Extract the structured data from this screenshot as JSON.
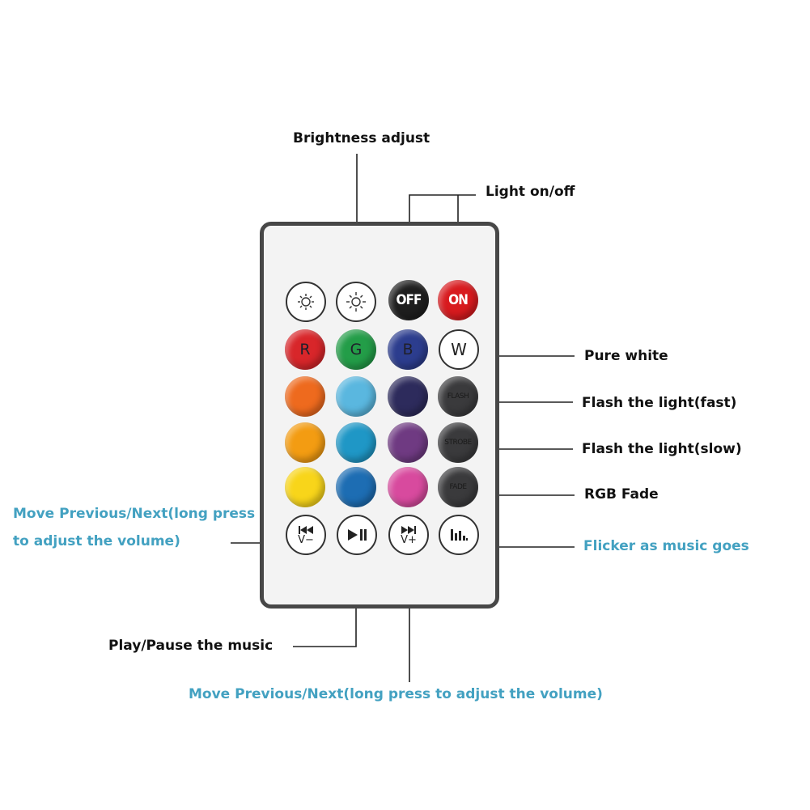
{
  "labels": {
    "brightness": "Brightness adjust",
    "light_onoff": "Light on/off",
    "pure_white": "Pure white",
    "flash_fast": "Flash the light(fast)",
    "flash_slow": "Flash the light(slow)",
    "rgb_fade": "RGB Fade",
    "move_prev_line1": "Move Previous/Next(long press",
    "move_prev_line2": "to adjust the volume)",
    "flicker": "Flicker as music goes",
    "play_pause": "Play/Pause the music",
    "move_next": "Move Previous/Next(long press to adjust the volume)"
  },
  "buttons": {
    "off": "OFF",
    "on": "ON",
    "r": "R",
    "g": "G",
    "b": "B",
    "w": "W",
    "flash": "FLASH",
    "strobe": "STROBE",
    "fade": "FADE",
    "vol_down": "V−",
    "vol_up": "V+"
  },
  "colors": {
    "off": "#1e1e1e",
    "on": "#d81a1e",
    "red": "#d8262a",
    "green": "#239d48",
    "blue": "#2c3d8e",
    "orange": "#ee6a1e",
    "light_blue": "#5ab7df",
    "navy": "#2d2b5c",
    "amber": "#f39c12",
    "teal": "#1f97c6",
    "purple": "#6f3a82",
    "yellow": "#f8d51a",
    "cobalt": "#1d6db3",
    "pink": "#d84a9e",
    "mode_grey": "#3a3a3c",
    "label_blue": "#43a1c1"
  }
}
